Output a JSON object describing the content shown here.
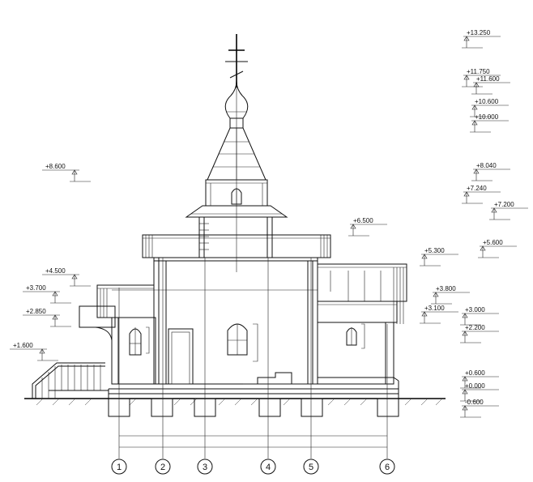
{
  "elevation_marks": {
    "left": [
      {
        "label": "+8.600"
      },
      {
        "label": "+4.500"
      },
      {
        "label": "+3.700"
      },
      {
        "label": "+2.850"
      },
      {
        "label": "+1.600"
      }
    ],
    "right_upper": [
      {
        "label": "+13.250"
      },
      {
        "label": "+11.750"
      },
      {
        "label": "+11.600"
      },
      {
        "label": "+10.600"
      },
      {
        "label": "+10.000"
      },
      {
        "label": "+8.040"
      },
      {
        "label": "+7.240"
      },
      {
        "label": "+7.200"
      }
    ],
    "middle": [
      {
        "label": "+6.500"
      },
      {
        "label": "+5.300"
      },
      {
        "label": "+5.600"
      },
      {
        "label": "+3.800"
      },
      {
        "label": "+3.100"
      }
    ],
    "right_lower": [
      {
        "label": "+3.000"
      },
      {
        "label": "+2.200"
      },
      {
        "label": "+0.600"
      },
      {
        "label": "+0.000"
      },
      {
        "label": "-0.600"
      }
    ]
  },
  "axes": [
    {
      "label": "1"
    },
    {
      "label": "2"
    },
    {
      "label": "3"
    },
    {
      "label": "4"
    },
    {
      "label": "5"
    },
    {
      "label": "6"
    }
  ]
}
